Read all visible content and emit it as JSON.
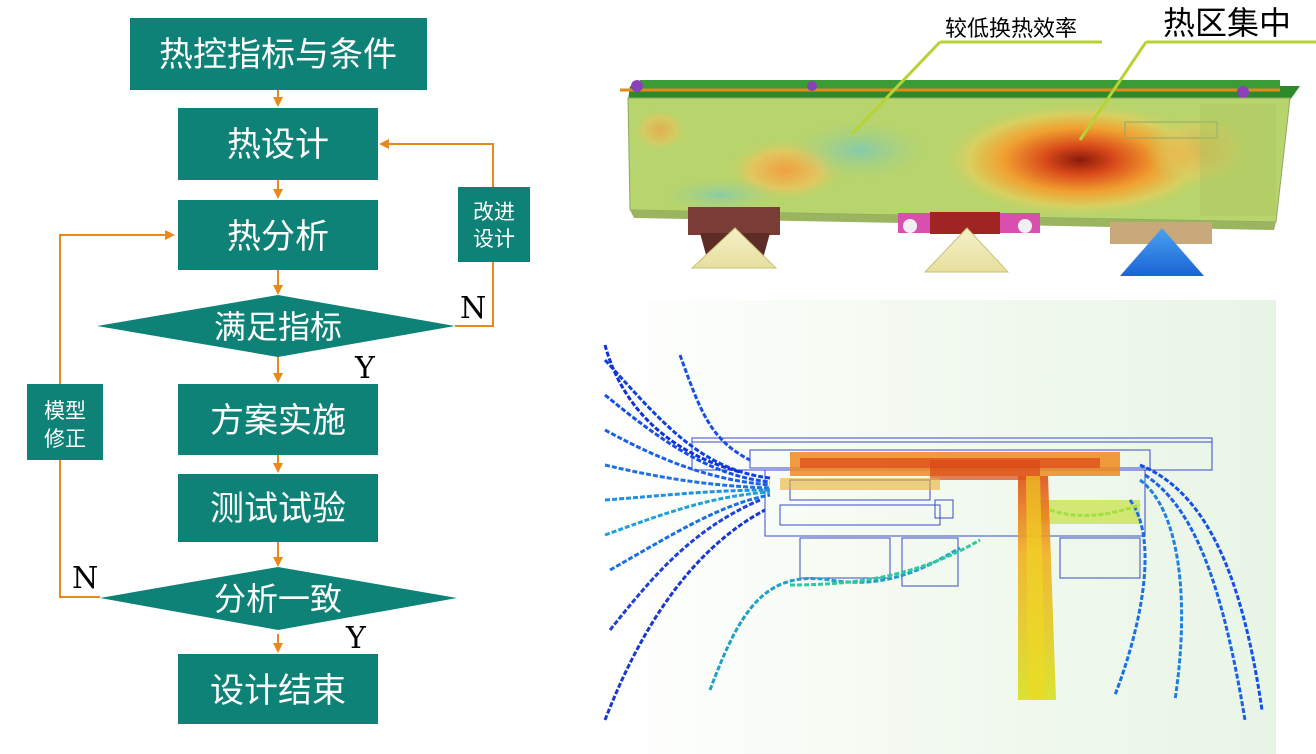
{
  "flowchart": {
    "nodes": {
      "start": "热控指标与条件",
      "design": "热设计",
      "analysis": "热分析",
      "check_spec": "满足指标",
      "implement": "方案实施",
      "test": "测试试验",
      "check_consistent": "分析一致",
      "end": "设计结束"
    },
    "feedback_improve": [
      "改进",
      "设计"
    ],
    "feedback_model": [
      "模型",
      "修正"
    ],
    "labels": {
      "yes1": "Y",
      "no1": "N",
      "yes2": "Y",
      "no2": "N"
    },
    "colors": {
      "node": "#0e8277",
      "arrow": "#e8891e",
      "text": "#ffffff"
    }
  },
  "thermal_image": {
    "annotations": {
      "low_efficiency": "较低换热效率",
      "hot_zone": "热区集中"
    }
  }
}
